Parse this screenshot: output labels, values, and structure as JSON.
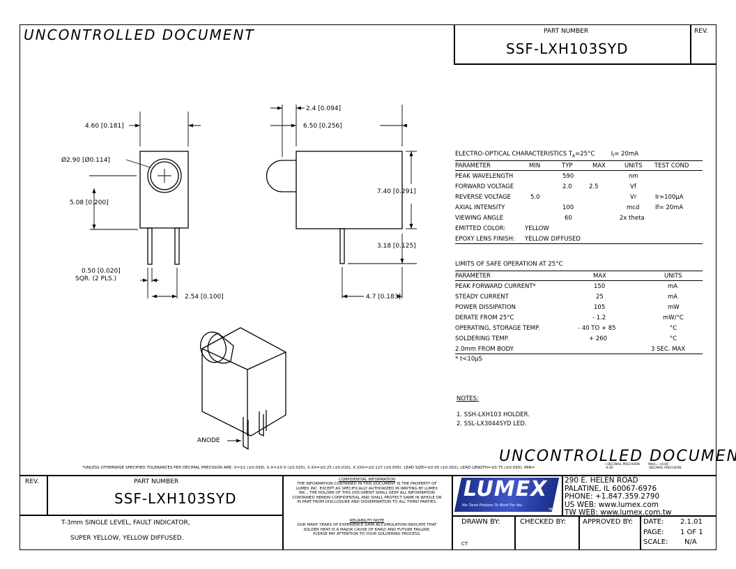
{
  "watermark": {
    "top": "UNCONTROLLED DOCUMENT",
    "bottom": "UNCONTROLLED DOCUMENT"
  },
  "header": {
    "part_number_label": "PART NUMBER",
    "part_number": "SSF-LXH103SYD",
    "rev_label": "REV."
  },
  "drawing": {
    "front": {
      "width": "4.60 [0.181]",
      "lens_dia": "Ø2.90 [Ø0.114]",
      "height": "5.08 [0.200]",
      "lead_sq": "0.50 [0.020]",
      "lead_sq_note": "SQR. (2 PLS.)",
      "lead_pitch": "2.54 [0.100]"
    },
    "side": {
      "lens_protrusion": "2.4 [0.094]",
      "depth": "6.50 [0.256]",
      "body_height": "7.40 [0.291]",
      "lead_len": "3.18 [0.125]",
      "lead_offset": "4.7 [0.183]"
    },
    "iso_label": "ANODE"
  },
  "electro_optical": {
    "title_prefix": "ELECTRO-OPTICAL CHARACTERISTICS T",
    "title_sub": "A",
    "title_suffix": "=25°C",
    "condition_prefix": "I",
    "condition_sub": "f",
    "condition_suffix": "= 20mA",
    "headers": [
      "PARAMETER",
      "MIN",
      "TYP",
      "MAX",
      "UNITS",
      "TEST COND"
    ],
    "rows": [
      [
        "PEAK WAVELENGTH",
        "",
        "590",
        "",
        "nm",
        ""
      ],
      [
        "FORWARD VOLTAGE",
        "",
        "2.0",
        "2.5",
        "Vf",
        ""
      ],
      [
        "REVERSE VOLTAGE",
        "5.0",
        "",
        "",
        "Vr",
        "Ir=100µA"
      ],
      [
        "AXIAL INTENSITY",
        "",
        "100",
        "",
        "mcd",
        "If= 20mA"
      ],
      [
        "VIEWING ANGLE",
        "",
        "60",
        "",
        "2x theta",
        ""
      ]
    ],
    "emitted_color_label": "EMITTED COLOR:",
    "emitted_color": "YELLOW",
    "lens_finish_label": "EPOXY LENS FINISH:",
    "lens_finish": "YELLOW DIFFUSED"
  },
  "limits": {
    "title": "LIMITS OF SAFE OPERATION AT 25°C",
    "headers": [
      "PARAMETER",
      "MAX",
      "UNITS"
    ],
    "rows": [
      [
        "PEAK FORWARD CURRENT*",
        "150",
        "mA"
      ],
      [
        "STEADY CURRENT",
        "25",
        "mA"
      ],
      [
        "POWER DISSIPATION",
        "105",
        "mW"
      ],
      [
        "DERATE FROM 25°C",
        "- 1.2",
        "mW/°C"
      ],
      [
        "OPERATING, STORAGE TEMP.",
        "- 40 TO + 85",
        "°C"
      ],
      [
        "SOLDERING TEMP.",
        "+ 260",
        "°C"
      ],
      [
        "2.0mm FROM BODY",
        "",
        "3 SEC. MAX"
      ]
    ],
    "footnote": "* t<10µS"
  },
  "notes": {
    "title": "NOTES:",
    "items": [
      "1. SSH-LXH103 HOLDER.",
      "2. SSL-LX3044SYD LED."
    ]
  },
  "tolerance_text": "*UNLESS OTHERWISE SPECIFIED TOLERANCES PER DECIMAL PRECISION ARE: X=±1 (±0.039), X.X=±0.5 (±0.020), X.XX=±0.25 (±0.010), X.XXX=±0.127 (±0.005).  LEAD SIZE=±0.05 (±0.002), LEAD LENGTH=±0.75 (±0.030). MIN=",
  "tolerance_min": "+DECIMAL PRECISION",
  "tolerance_min2": "-0.00",
  "tolerance_max": "MAX= +0.00",
  "tolerance_max2": "-DECIMAL PRECISION",
  "title_block": {
    "rev_label": "REV.",
    "part_number_label": "PART NUMBER",
    "part_number": "SSF-LXH103SYD",
    "description_1": "T-3mm SINGLE LEVEL, FAULT INDICATOR,",
    "description_2": "SUPER YELLOW, YELLOW DIFFUSED.",
    "confidential_title": "CONFIDENTIAL INFORMATION",
    "confidential_lines": [
      "THE INFORMATION CONTAINED IN THIS DOCUMENT IS THE PROPERTY OF",
      "LUMEX INC.  EXCEPT AS SPECIFICALLY AUTHORIZED IN WRITING BY LUMEX",
      "INC., THE HOLDER OF THIS DOCUMENT SHALL KEEP ALL INFORMATION",
      "CONTAINED HEREIN CONFIDENTIAL AND SHALL PROTECT SAME IN WHOLE OR",
      "IN PART FROM DISCLOSURE AND DISSEMINATION TO ALL THIRD PARTIES."
    ],
    "reliability_title": "RELIABILITY NOTE",
    "reliability_lines": [
      "OUR MANY YEARS OF EXPERIENCE DATA ACCUMULATION INDICATE THAT",
      "SOLDER HEAT IS A MAJOR CAUSE OF EARLY AND FUTURE FAILURE.",
      "PLEASE PAY ATTENTION TO YOUR SOLDERING PROCESS."
    ],
    "logo_text": "LUMEX",
    "logo_tagline": "We Tame Photons To Work For You",
    "logo_inc": "INC.",
    "address_1": "290  E.  HELEN  ROAD",
    "address_2": "PALATINE,  IL   60067-6976",
    "phone": "PHONE:  +1.847.359.2790",
    "us_web": "US  WEB:  www.lumex.com",
    "tw_web": "TW  WEB:  www.lumex.com.tw",
    "drawn_by_label": "DRAWN  BY:",
    "drawn_by": "CT",
    "checked_by_label": "CHECKED  BY:",
    "approved_by_label": "APPROVED  BY:",
    "date_label": "DATE:",
    "date": "2.1.01",
    "page_label": "PAGE:",
    "page": "1  OF  1",
    "scale_label": "SCALE:",
    "scale": "N/A"
  }
}
